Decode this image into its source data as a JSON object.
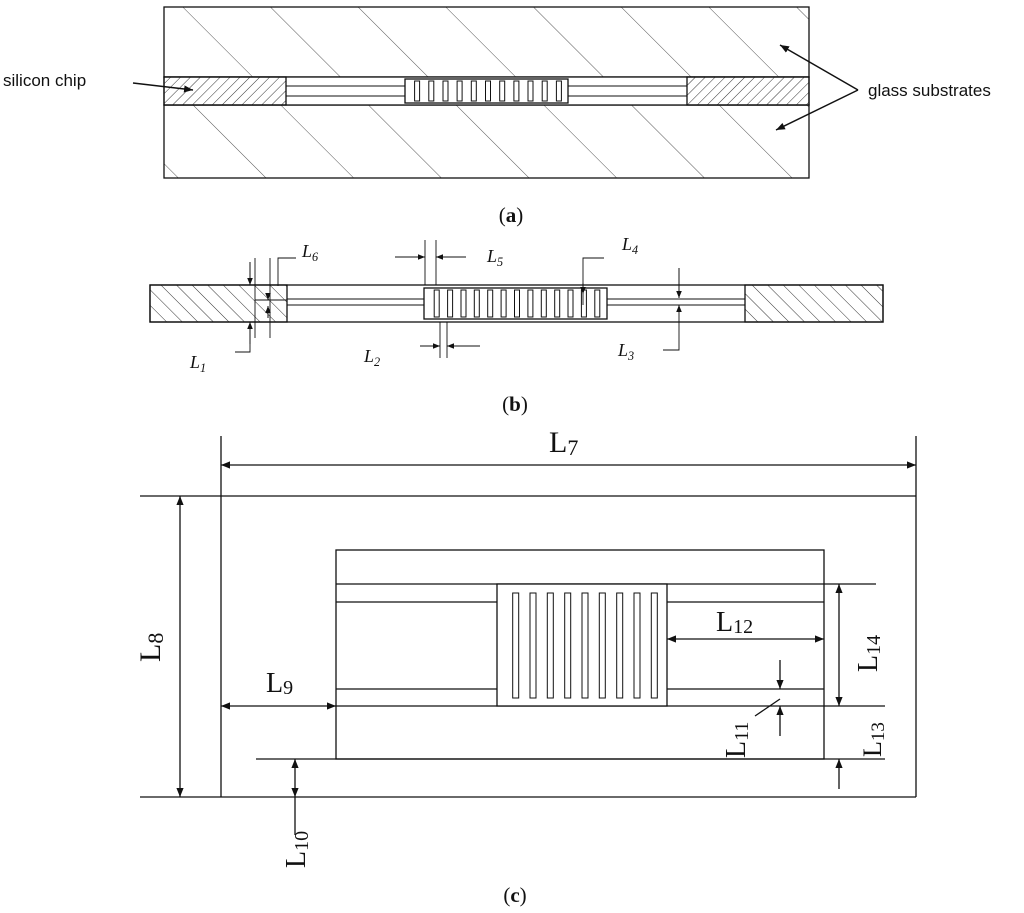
{
  "labels": {
    "silicon_chip": "silicon chip",
    "glass_substrates": "glass substrates"
  },
  "captions": {
    "a": "a",
    "b": "b",
    "c": "c"
  },
  "dimensions": {
    "L1": "1",
    "L2": "2",
    "L3": "3",
    "L4": "4",
    "L5": "5",
    "L6": "6",
    "L7": "7",
    "L8": "8",
    "L9": "9",
    "L10": "10",
    "L11": "11",
    "L12": "12",
    "L13": "13",
    "L14": "14",
    "letter": "L"
  },
  "colors": {
    "ink": "#111111",
    "background": "#ffffff"
  }
}
